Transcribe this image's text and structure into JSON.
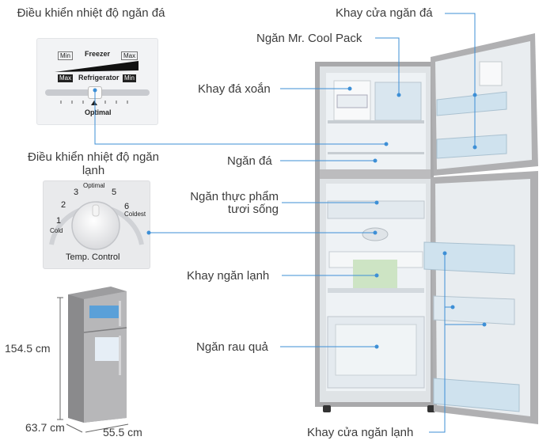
{
  "controls": {
    "freezer_title": "Điều khiển nhiệt độ ngăn đá",
    "freezer_panel": {
      "freezer": "Freezer",
      "refrigerator": "Refrigerator",
      "min_top": "Min",
      "max_top": "Max",
      "max_bottom": "Max",
      "min_bottom": "Min",
      "optimal": "Optimal"
    },
    "fridge_title": "Điều khiển nhiệt độ ngăn lạnh",
    "fridge_dial": {
      "n1": "1",
      "n2": "2",
      "n3": "3",
      "n5": "5",
      "n6": "6",
      "optimal": "Optimal",
      "cold": "Cold",
      "coldest": "Coldest",
      "caption": "Temp. Control"
    }
  },
  "labels": {
    "freezer_door_tray": "Khay cửa ngăn đá",
    "cool_pack": "Ngăn Mr. Cool Pack",
    "ice_twist_tray": "Khay đá xoắn",
    "freezer_compartment": "Ngăn đá",
    "fresh_food_line1": "Ngăn thực phẩm",
    "fresh_food_line2": "tươi sống",
    "fridge_shelf": "Khay ngăn lạnh",
    "veg_drawer": "Ngăn rau quả",
    "fridge_door_tray": "Khay cửa ngăn lạnh"
  },
  "dimensions": {
    "height": "154.5 cm",
    "depth": "63.7 cm",
    "width": "55.5 cm"
  },
  "colors": {
    "pointer": "#3d8fd6",
    "steel": "#a8a8a8",
    "interior": "#eef2f5"
  }
}
